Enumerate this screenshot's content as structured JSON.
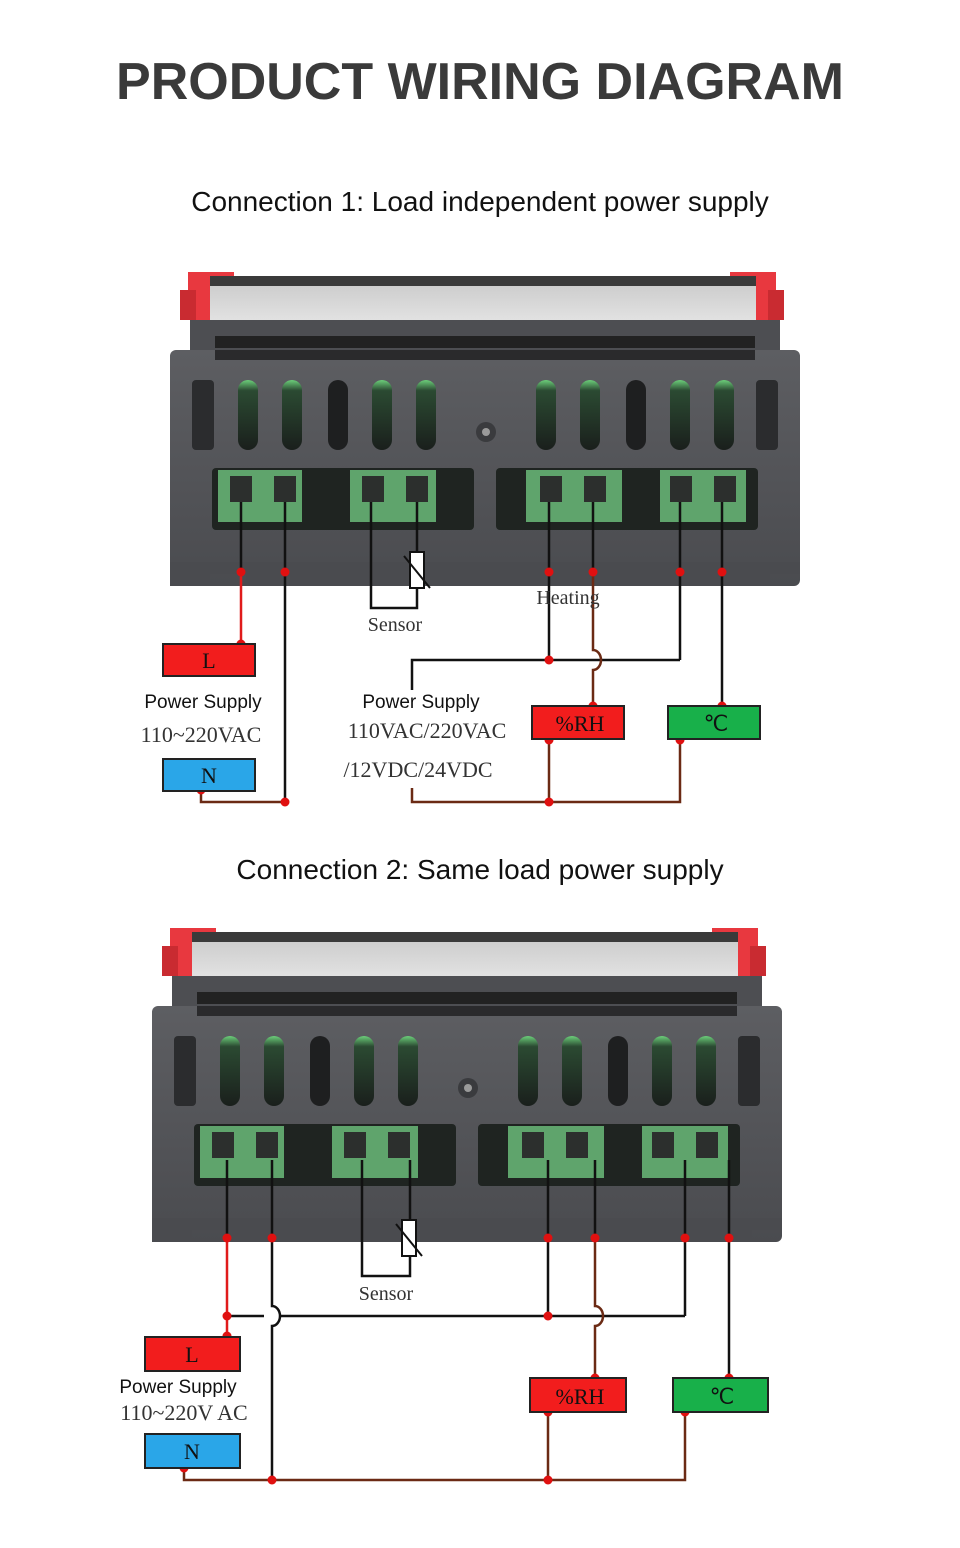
{
  "title": "PRODUCT WIRING DIAGRAM",
  "colors": {
    "housing": "#555659",
    "housing_dark": "#3c3d40",
    "terminal_green": "#5fa46c",
    "clip_red": "#e8383f",
    "line_live": "#e01b1b",
    "line_neutral": "#6b2a14",
    "wire_black": "#111111",
    "node_red": "#e01010",
    "box_L": "#f21d1d",
    "box_N": "#2aa6e8",
    "box_RH": "#f21d1d",
    "box_C": "#18b04a"
  },
  "connection1": {
    "heading": "Connection 1: Load independent power supply",
    "sensor_label": "Sensor",
    "heating_label": "Heating",
    "power_supply_left": {
      "label": "Power Supply",
      "voltage": "110~220VAC",
      "live_box": "L",
      "neutral_box": "N"
    },
    "power_supply_load": {
      "label": "Power Supply",
      "voltage_line1": "110VAC/220VAC",
      "voltage_line2": "/12VDC/24VDC"
    },
    "output_boxes": {
      "humidity": "%RH",
      "temperature": "℃"
    }
  },
  "connection2": {
    "heading": "Connection 2: Same load power supply",
    "sensor_label": "Sensor",
    "power_supply_left": {
      "label": "Power Supply",
      "voltage": "110~220V AC",
      "live_box": "L",
      "neutral_box": "N"
    },
    "output_boxes": {
      "humidity": "%RH",
      "temperature": "℃"
    }
  }
}
